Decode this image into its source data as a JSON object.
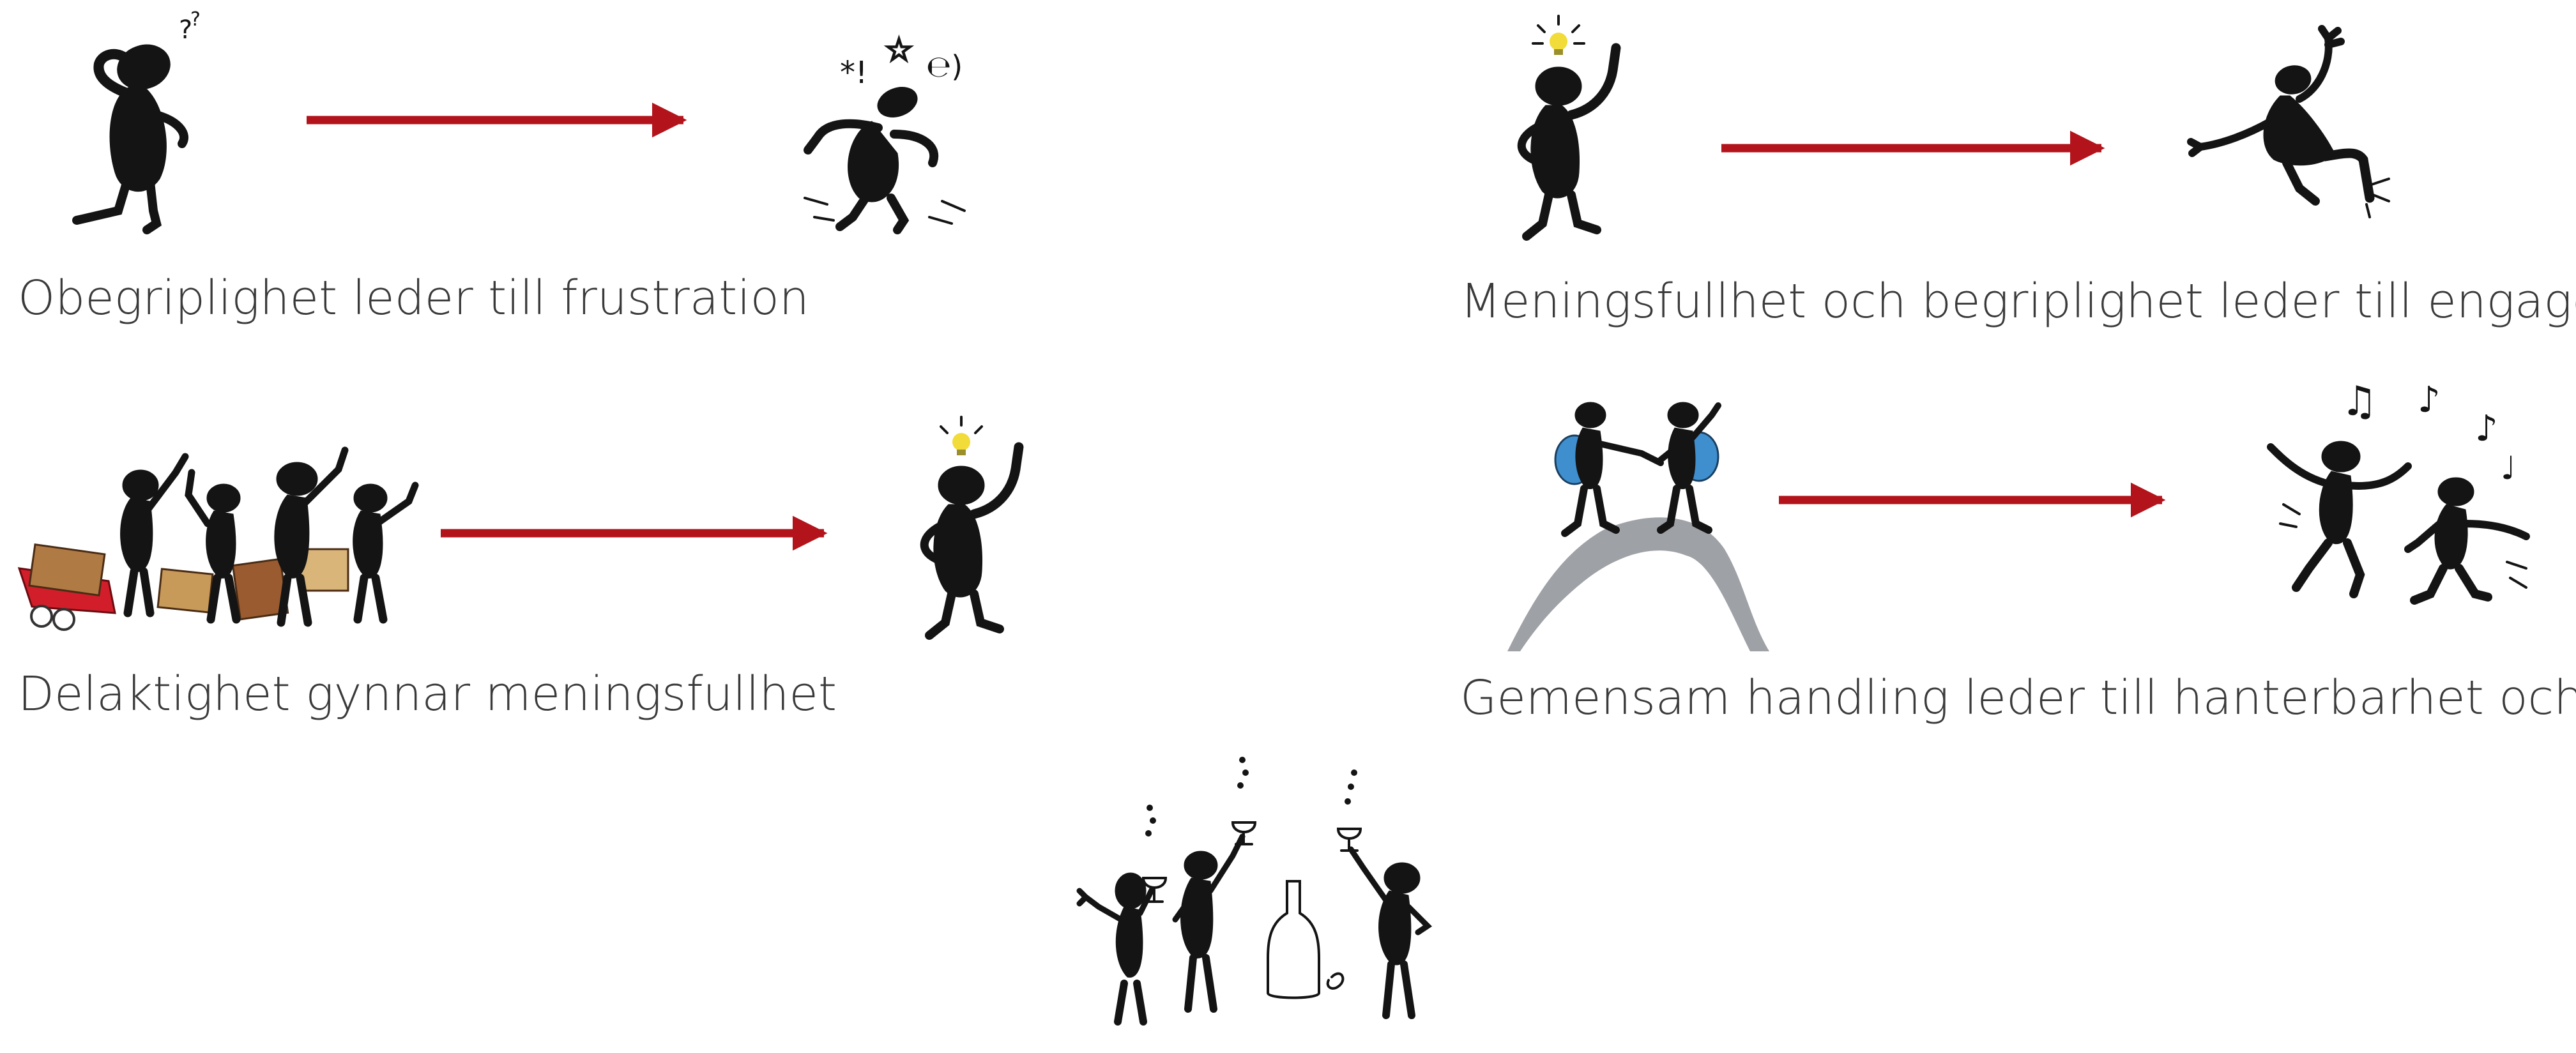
{
  "colors": {
    "ink": "#141414",
    "arrow": "#b3141c",
    "bulb": "#f2dc3a",
    "backpack": "#3f8fcf",
    "rock": "#9ea1a5",
    "suitcase": "#a86a3a",
    "wagon": "#d21e2a"
  },
  "panels": [
    {
      "caption": "Obegriplighet leder till frustration",
      "from_icon": "confused-person-icon",
      "to_icon": "frustrated-person-icon"
    },
    {
      "caption": "Meningsfullhet och begriplighet leder till engagemang",
      "from_icon": "idea-person-icon",
      "to_icon": "kicking-person-icon"
    },
    {
      "caption": "Delaktighet gynnar meningsfullhet",
      "from_icon": "group-with-luggage-icon",
      "to_icon": "idea-person-icon"
    },
    {
      "caption": "Gemensam handling leder till hanterbarhet och glädje",
      "from_icon": "hikers-on-rock-icon",
      "to_icon": "dancing-people-icon"
    }
  ],
  "final_icon": "celebrating-group-icon"
}
